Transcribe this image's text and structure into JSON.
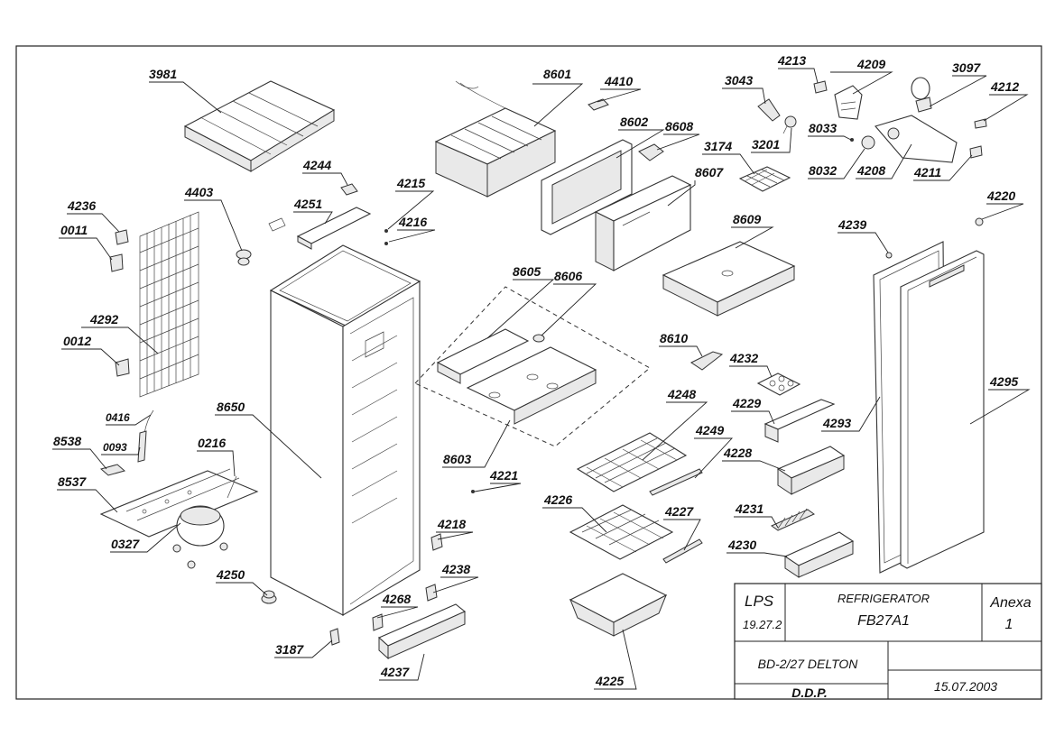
{
  "drawing": {
    "title_block": {
      "code": "LPS",
      "code_sub": "19.27.2",
      "product_type": "REFRIGERATOR",
      "model": "FB27A1",
      "annex_label": "Anexa",
      "annex_number": "1",
      "brand_model": "BD-2/27 DELTON",
      "drawn_by": "D.D.P.",
      "date": "15.07.2003"
    },
    "parts": {
      "p3981": "3981",
      "p8601": "8601",
      "p4410": "4410",
      "p3043": "3043",
      "p4213": "4213",
      "p4209": "4209",
      "p3097": "3097",
      "p4212": "4212",
      "p8602": "8602",
      "p8608": "8608",
      "p3174": "3174",
      "p3201": "3201",
      "p8033": "8033",
      "p8032": "8032",
      "p4208": "4208",
      "p4211": "4211",
      "p4220": "4220",
      "p4244": "4244",
      "p4236": "4236",
      "p4403": "4403",
      "p4215": "4215",
      "p4251": "4251",
      "p4216": "4216",
      "p8607": "8607",
      "p0011": "0011",
      "p8609": "8609",
      "p4239": "4239",
      "p8605": "8605",
      "p8606": "8606",
      "p4292": "4292",
      "p0012": "0012",
      "p8610": "8610",
      "p4232": "4232",
      "p4295": "4295",
      "p8650": "8650",
      "p0416": "0416",
      "p4248": "4248",
      "p4229": "4229",
      "p4293": "4293",
      "p0093": "0093",
      "p8538": "8538",
      "p0216": "0216",
      "p4249": "4249",
      "p8603": "8603",
      "p4228": "4228",
      "p8537": "8537",
      "p4221": "4221",
      "p4226": "4226",
      "p4227": "4227",
      "p4231": "4231",
      "p0327": "0327",
      "p4218": "4218",
      "p4230": "4230",
      "p4250": "4250",
      "p4238": "4238",
      "p4268": "4268",
      "p3187": "3187",
      "p4237": "4237",
      "p4225": "4225"
    }
  }
}
